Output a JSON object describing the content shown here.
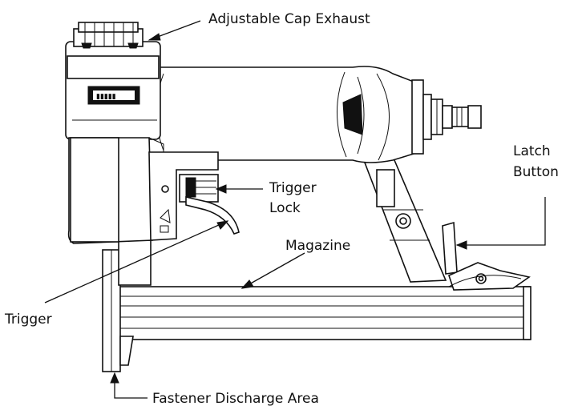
{
  "labels": {
    "adjustable_cap_exhaust": "Adjustable Cap Exhaust",
    "latch_button_line1": "Latch",
    "latch_button_line2": "Button",
    "trigger_lock_line1": "Trigger",
    "trigger_lock_line2": "Lock",
    "magazine": "Magazine",
    "trigger": "Trigger",
    "fastener_discharge_area": "Fastener Discharge Area"
  },
  "colors": {
    "line": "#111111",
    "background": "#ffffff"
  }
}
